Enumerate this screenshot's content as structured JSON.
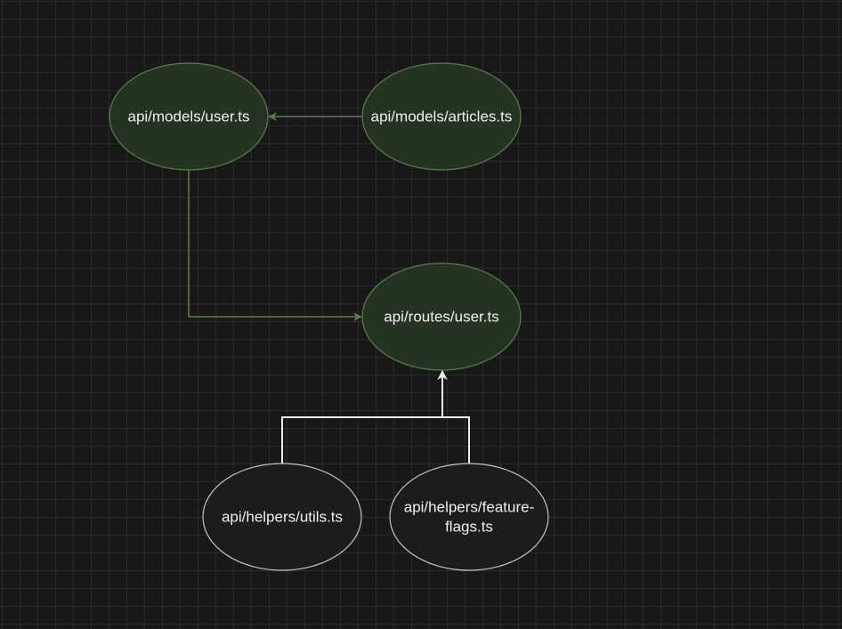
{
  "diagram": {
    "nodes": [
      {
        "id": "user-model",
        "label": [
          "api/models/user.ts"
        ],
        "theme": "green"
      },
      {
        "id": "articles-model",
        "label": [
          "api/models/articles.ts"
        ],
        "theme": "green"
      },
      {
        "id": "user-routes",
        "label": [
          "api/routes/user.ts"
        ],
        "theme": "green"
      },
      {
        "id": "utils-helper",
        "label": [
          "api/helpers/utils.ts"
        ],
        "theme": "gray"
      },
      {
        "id": "feature-flags-helper",
        "label": [
          "api/helpers/feature-",
          "flags.ts"
        ],
        "theme": "gray"
      }
    ],
    "edges": [
      {
        "from": "articles-model",
        "to": "user-model",
        "theme": "green"
      },
      {
        "from": "user-model",
        "to": "user-routes",
        "theme": "green"
      },
      {
        "from": "utils-helper",
        "to": "user-routes",
        "theme": "white"
      },
      {
        "from": "feature-flags-helper",
        "to": "user-routes",
        "theme": "white"
      }
    ],
    "colors": {
      "background": "#181818",
      "grid": "#2a2a2a",
      "green_fill": "#253322",
      "green_stroke": "#5a7f4e",
      "gray_fill": "#1c1c1c",
      "gray_stroke": "#c4c4c4",
      "white_edge": "#ececec",
      "label_text": "#f0f0f0"
    }
  }
}
